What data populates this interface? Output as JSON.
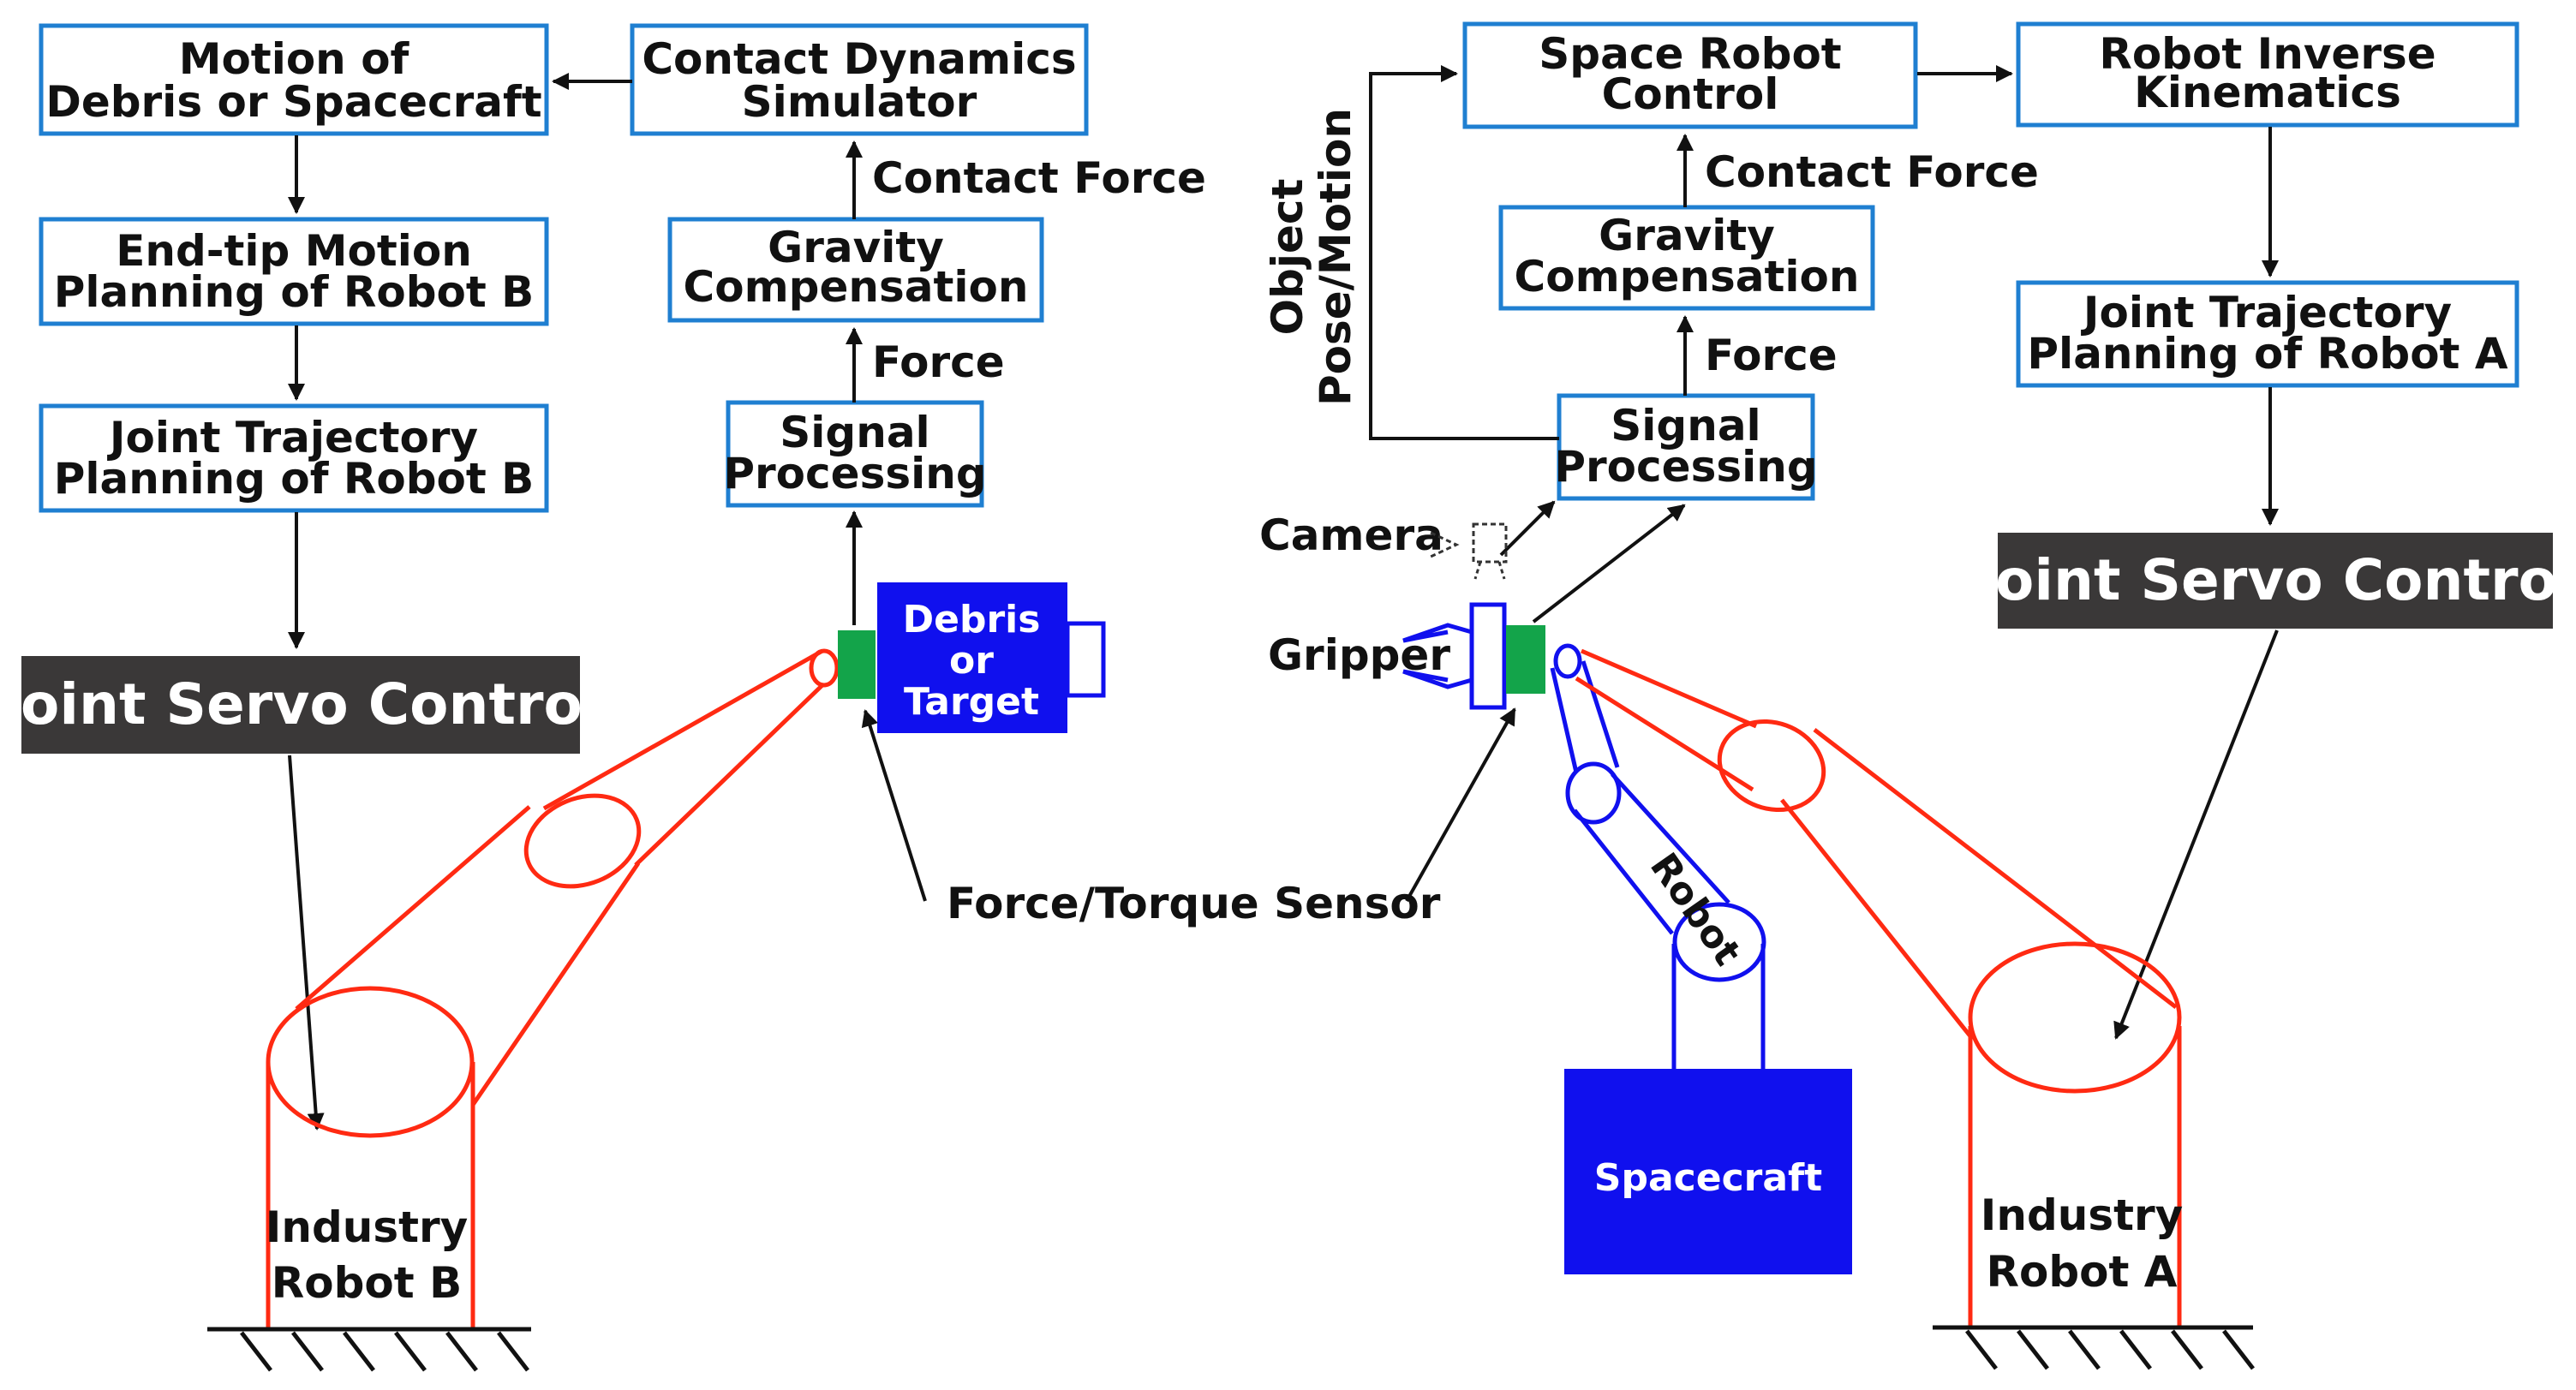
{
  "boxes": {
    "motion": [
      "Motion of",
      "Debris or Spacecraft"
    ],
    "contact_sim": [
      "Contact Dynamics",
      "Simulator"
    ],
    "endtip": [
      "End-tip Motion",
      "Planning of Robot B"
    ],
    "gravity_b": [
      "Gravity",
      "Compensation"
    ],
    "joint_traj_b": [
      "Joint Trajectory",
      "Planning of Robot B"
    ],
    "signal_b": [
      "Signal",
      "Processing"
    ],
    "space_ctrl": [
      "Space Robot",
      "Control"
    ],
    "inverse": [
      "Robot Inverse",
      "Kinematics"
    ],
    "gravity_a": [
      "Gravity",
      "Compensation"
    ],
    "joint_traj_a": [
      "Joint Trajectory",
      "Planning of Robot A"
    ],
    "signal_a": [
      "Signal",
      "Processing"
    ]
  },
  "servo": {
    "left": "Joint Servo Control",
    "right": "Joint Servo Control"
  },
  "labels": {
    "contact_force_b": "Contact Force",
    "force_b": "Force",
    "contact_force_a": "Contact Force",
    "force_a": "Force",
    "object_pose": [
      "Object",
      "Pose/Motion"
    ],
    "camera": "Camera",
    "gripper": "Gripper",
    "ft_sensor": "Force/Torque Sensor",
    "robot_small": "Robot"
  },
  "objects": {
    "debris": [
      "Debris",
      "or",
      "Target"
    ],
    "spacecraft": "Spacecraft",
    "robot_b": [
      "Industry",
      "Robot B"
    ],
    "robot_a": [
      "Industry",
      "Robot A"
    ]
  },
  "colors": {
    "box_border": "#1f7fd1",
    "servo_bg": "#3a3838",
    "industry_robot": "#ff2a12",
    "space_robot": "#1010ee",
    "sensor": "#13a44a"
  }
}
